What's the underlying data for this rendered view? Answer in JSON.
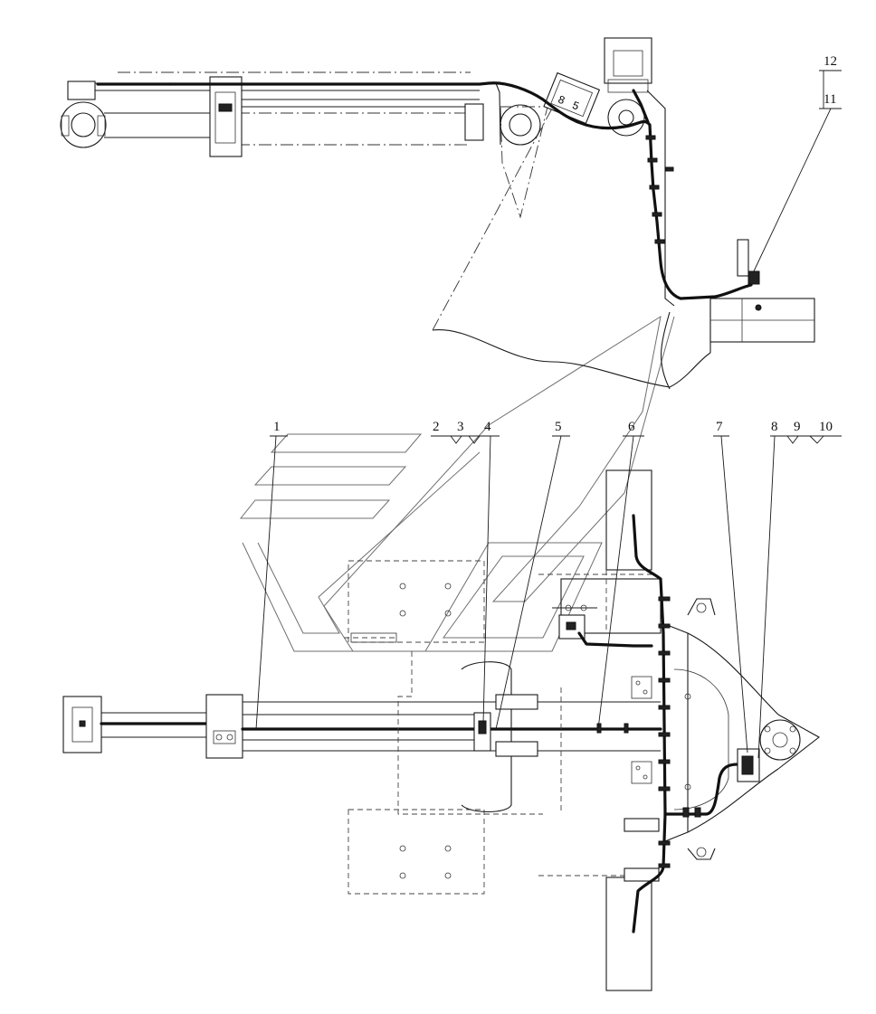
{
  "callouts": [
    {
      "id": "1",
      "label": "1"
    },
    {
      "id": "2",
      "label": "2"
    },
    {
      "id": "3",
      "label": "3"
    },
    {
      "id": "4",
      "label": "4"
    },
    {
      "id": "5",
      "label": "5"
    },
    {
      "id": "6",
      "label": "6"
    },
    {
      "id": "7",
      "label": "7"
    },
    {
      "id": "8",
      "label": "8"
    },
    {
      "id": "9",
      "label": "9"
    },
    {
      "id": "10",
      "label": "10"
    },
    {
      "id": "11",
      "label": "11"
    },
    {
      "id": "12",
      "label": "12"
    }
  ],
  "colors": {
    "line": "#1a1a1a",
    "hose": "#111111",
    "background": "#ffffff",
    "watermark": "#6f6f6f"
  }
}
